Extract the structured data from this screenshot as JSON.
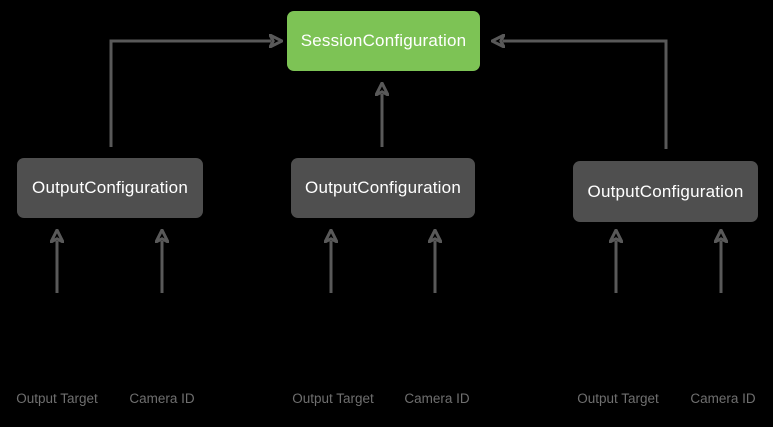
{
  "diagram": {
    "background_color": "#000000",
    "session_node": {
      "label": "SessionConfiguration",
      "fill_color": "#7dc355",
      "text_color": "#ffffff"
    },
    "output_nodes": [
      {
        "label": "OutputConfiguration"
      },
      {
        "label": "OutputConfiguration"
      },
      {
        "label": "OutputConfiguration"
      }
    ],
    "output_node_fill_color": "#4f4f4f",
    "output_node_text_color": "#ffffff",
    "arrow_color": "#595959",
    "input_labels": [
      {
        "label": "Output Target"
      },
      {
        "label": "Camera ID"
      },
      {
        "label": "Output Target"
      },
      {
        "label": "Camera ID"
      },
      {
        "label": "Output Target"
      },
      {
        "label": "Camera ID"
      }
    ],
    "input_label_color": "#6f6f6f"
  }
}
